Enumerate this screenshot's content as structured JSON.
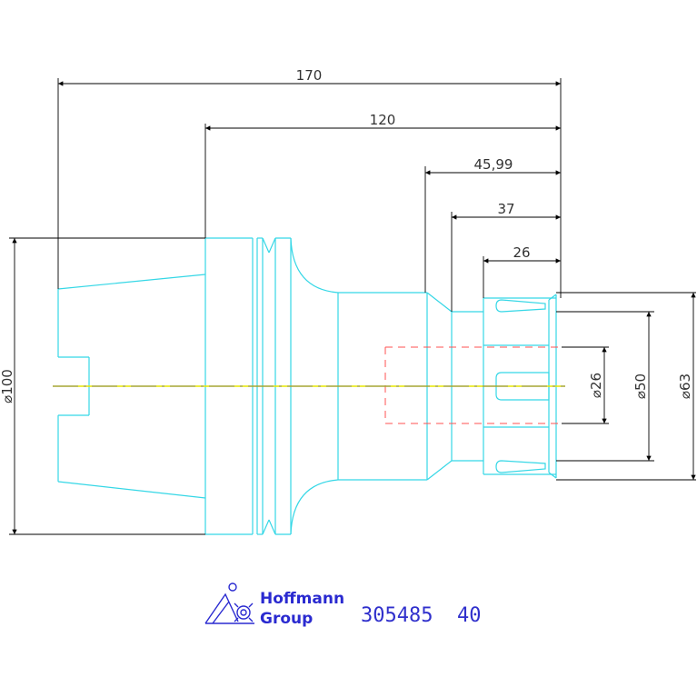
{
  "dimensions": {
    "overall_length": "170",
    "length_from_flange": "120",
    "nose_length": "45,99",
    "collet_length": "37",
    "clamp_length": "26",
    "dia_flange": "⌀100",
    "dia_nose": "⌀63",
    "dia_nut": "⌀50",
    "dia_bore": "⌀26"
  },
  "logo": {
    "line1": "Hoffmann",
    "line2": "Group"
  },
  "part_number": "305485  40",
  "colors": {
    "part_outline": "#35d7e6",
    "dimension_lines": "#000000",
    "center_line": "#e6e600",
    "hidden_lines": "#ff5050",
    "logo": "#2a2ad0"
  }
}
